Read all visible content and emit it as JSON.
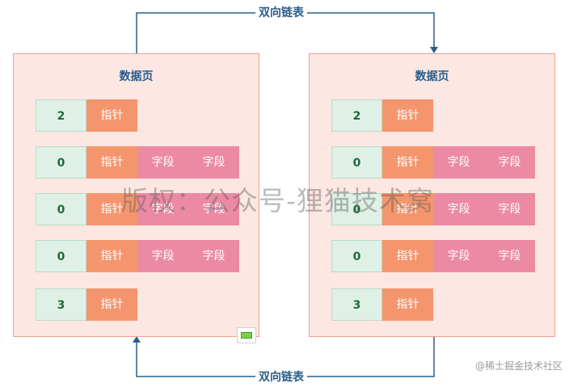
{
  "link_label_top": "双向链表",
  "link_label_bottom": "双向链表",
  "pages": [
    {
      "title": "数据页",
      "rows": [
        {
          "num": "2",
          "pointer": "指针",
          "fields": []
        },
        {
          "num": "0",
          "pointer": "指针",
          "fields": [
            "字段",
            "字段"
          ]
        },
        {
          "num": "0",
          "pointer": "指针",
          "fields": [
            "字段",
            "字段"
          ]
        },
        {
          "num": "0",
          "pointer": "指针",
          "fields": [
            "字段",
            "字段"
          ]
        },
        {
          "num": "3",
          "pointer": "指针",
          "fields": []
        }
      ]
    },
    {
      "title": "数据页",
      "rows": [
        {
          "num": "2",
          "pointer": "指针",
          "fields": []
        },
        {
          "num": "0",
          "pointer": "指针",
          "fields": [
            "字段",
            "字段"
          ]
        },
        {
          "num": "0",
          "pointer": "指针",
          "fields": [
            "字段",
            "字段"
          ]
        },
        {
          "num": "0",
          "pointer": "指针",
          "fields": [
            "字段",
            "字段"
          ]
        },
        {
          "num": "3",
          "pointer": "指针",
          "fields": []
        }
      ]
    }
  ],
  "watermark": "版权：公众号-狸猫技术窝",
  "credit": "@稀土掘金技术社区",
  "colors": {
    "page_bg": "#fde7e3",
    "page_border": "#f2a08a",
    "num_bg": "#dff1e6",
    "pointer_bg": "#f5956d",
    "field_bg": "#ec8aa4",
    "link_line": "#2a5e8a"
  }
}
